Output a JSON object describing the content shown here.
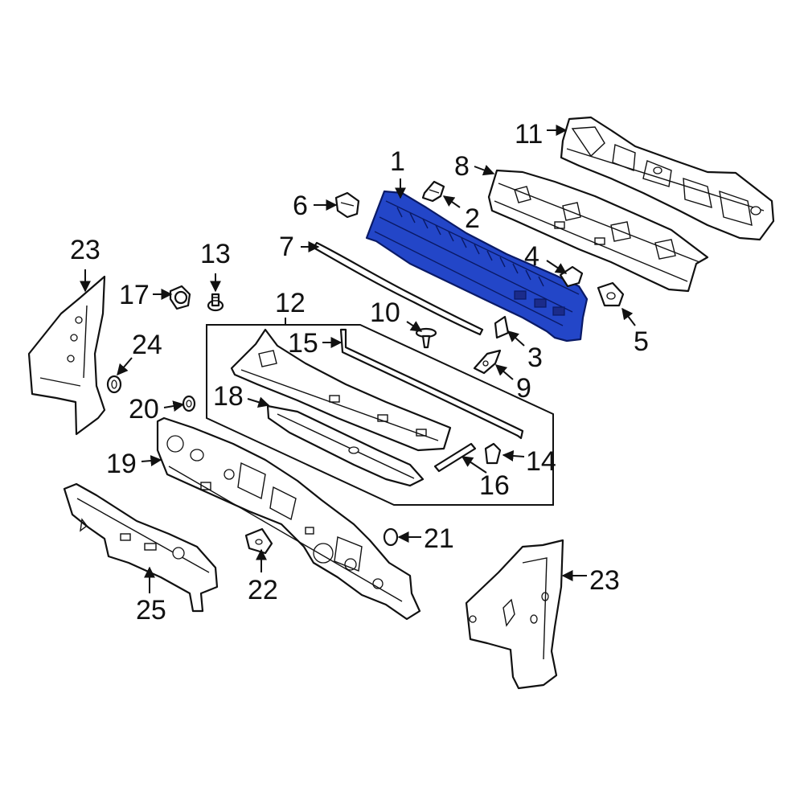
{
  "highlight_color": "#2346c8",
  "callouts": {
    "c1": "1",
    "c2": "2",
    "c3": "3",
    "c4": "4",
    "c5": "5",
    "c6": "6",
    "c7": "7",
    "c8": "8",
    "c9": "9",
    "c10": "10",
    "c11": "11",
    "c12": "12",
    "c13": "13",
    "c14": "14",
    "c15": "15",
    "c16": "16",
    "c17": "17",
    "c18": "18",
    "c19": "19",
    "c20": "20",
    "c21": "21",
    "c22": "22",
    "c23_left": "23",
    "c23_right": "23",
    "c24": "24",
    "c25": "25"
  }
}
